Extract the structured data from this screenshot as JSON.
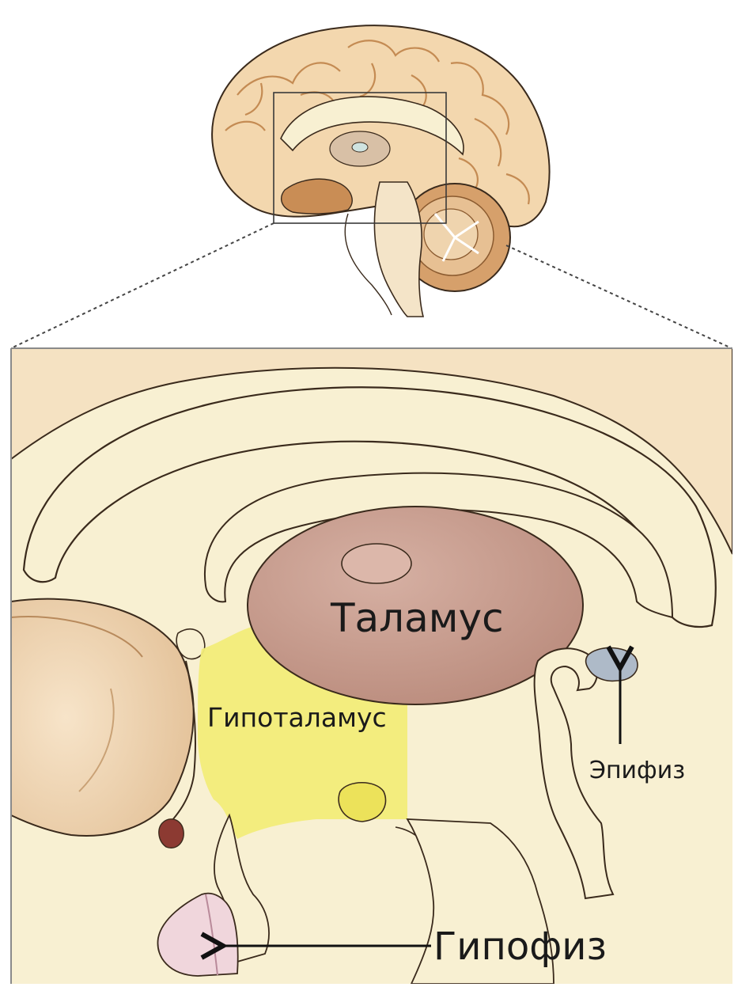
{
  "labels": {
    "thalamus": "Таламус",
    "hypothalamus": "Гипоталамус",
    "epiphysis": "Эпифиз",
    "hypophysis": "Гипофиз"
  },
  "colors": {
    "brain_tissue": "#f3d7ae",
    "brain_shadow": "#d9a873",
    "midbrain_tan": "#c98d55",
    "cream": "#f8f0d2",
    "thalamus": "#c49a8d",
    "thalamus_center": "#dcb7aa",
    "hypothalamus": "#f2ec79",
    "mammillary": "#ece25a",
    "epiphysis": "#aebac8",
    "hypophysis": "#f0d6dc",
    "outline": "#3a2a1c"
  }
}
